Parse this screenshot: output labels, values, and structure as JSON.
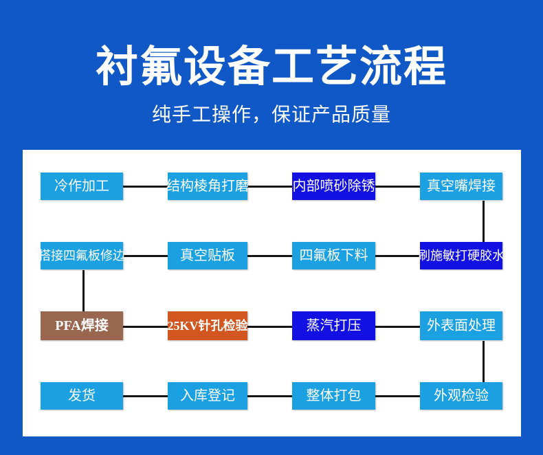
{
  "header": {
    "title": "衬氟设备工艺流程",
    "subtitle": "纯手工操作，保证产品质量"
  },
  "colors": {
    "background": "#0f58c6",
    "panel": "#ffffff",
    "light_blue": "#1ba1e2",
    "dark_blue": "#1310e4",
    "brown": "#99664f",
    "orange": "#d1561f",
    "connector": "#141414",
    "title_text": "#ffffff",
    "node_text": "#ffffff"
  },
  "flowchart": {
    "type": "process-flow",
    "direction": "serpentine",
    "rows": [
      {
        "row_index": 0,
        "flow": "left-to-right",
        "nodes": [
          {
            "label": "冷作加工",
            "color": "light_blue"
          },
          {
            "label": "结构棱角打磨",
            "color": "light_blue"
          },
          {
            "label": "内部喷砂除锈",
            "color": "dark_blue"
          },
          {
            "label": "真空嘴焊接",
            "color": "light_blue"
          }
        ]
      },
      {
        "row_index": 1,
        "flow": "right-to-left",
        "nodes": [
          {
            "label": "搭接四氟板修边",
            "color": "light_blue"
          },
          {
            "label": "真空贴板",
            "color": "light_blue"
          },
          {
            "label": "四氟板下料",
            "color": "light_blue"
          },
          {
            "label": "刷施敏打硬胶水",
            "color": "dark_blue"
          }
        ]
      },
      {
        "row_index": 2,
        "flow": "left-to-right",
        "nodes": [
          {
            "label": "PFA焊接",
            "color": "brown"
          },
          {
            "label": "25KV针孔检验",
            "color": "orange"
          },
          {
            "label": "蒸汽打压",
            "color": "dark_blue"
          },
          {
            "label": "外表面处理",
            "color": "light_blue"
          }
        ]
      },
      {
        "row_index": 3,
        "flow": "right-to-left",
        "nodes": [
          {
            "label": "发货",
            "color": "light_blue"
          },
          {
            "label": "入库登记",
            "color": "light_blue"
          },
          {
            "label": "整体打包",
            "color": "light_blue"
          },
          {
            "label": "外观检验",
            "color": "light_blue"
          }
        ]
      }
    ],
    "connectors": [
      {
        "kind": "horizontal",
        "from": "冷作加工",
        "to": "结构棱角打磨"
      },
      {
        "kind": "horizontal",
        "from": "结构棱角打磨",
        "to": "内部喷砂除锈"
      },
      {
        "kind": "horizontal",
        "from": "内部喷砂除锈",
        "to": "真空嘴焊接"
      },
      {
        "kind": "vertical",
        "from": "真空嘴焊接",
        "to": "刷施敏打硬胶水"
      },
      {
        "kind": "horizontal",
        "from": "刷施敏打硬胶水",
        "to": "四氟板下料"
      },
      {
        "kind": "horizontal",
        "from": "四氟板下料",
        "to": "真空贴板"
      },
      {
        "kind": "horizontal",
        "from": "真空贴板",
        "to": "搭接四氟板修边"
      },
      {
        "kind": "vertical",
        "from": "搭接四氟板修边",
        "to": "PFA焊接"
      },
      {
        "kind": "horizontal",
        "from": "PFA焊接",
        "to": "25KV针孔检验"
      },
      {
        "kind": "horizontal",
        "from": "25KV针孔检验",
        "to": "蒸汽打压"
      },
      {
        "kind": "horizontal",
        "from": "蒸汽打压",
        "to": "外表面处理"
      },
      {
        "kind": "vertical",
        "from": "外表面处理",
        "to": "外观检验"
      },
      {
        "kind": "horizontal",
        "from": "外观检验",
        "to": "整体打包"
      },
      {
        "kind": "horizontal",
        "from": "整体打包",
        "to": "入库登记"
      },
      {
        "kind": "horizontal",
        "from": "入库登记",
        "to": "发货"
      }
    ]
  }
}
